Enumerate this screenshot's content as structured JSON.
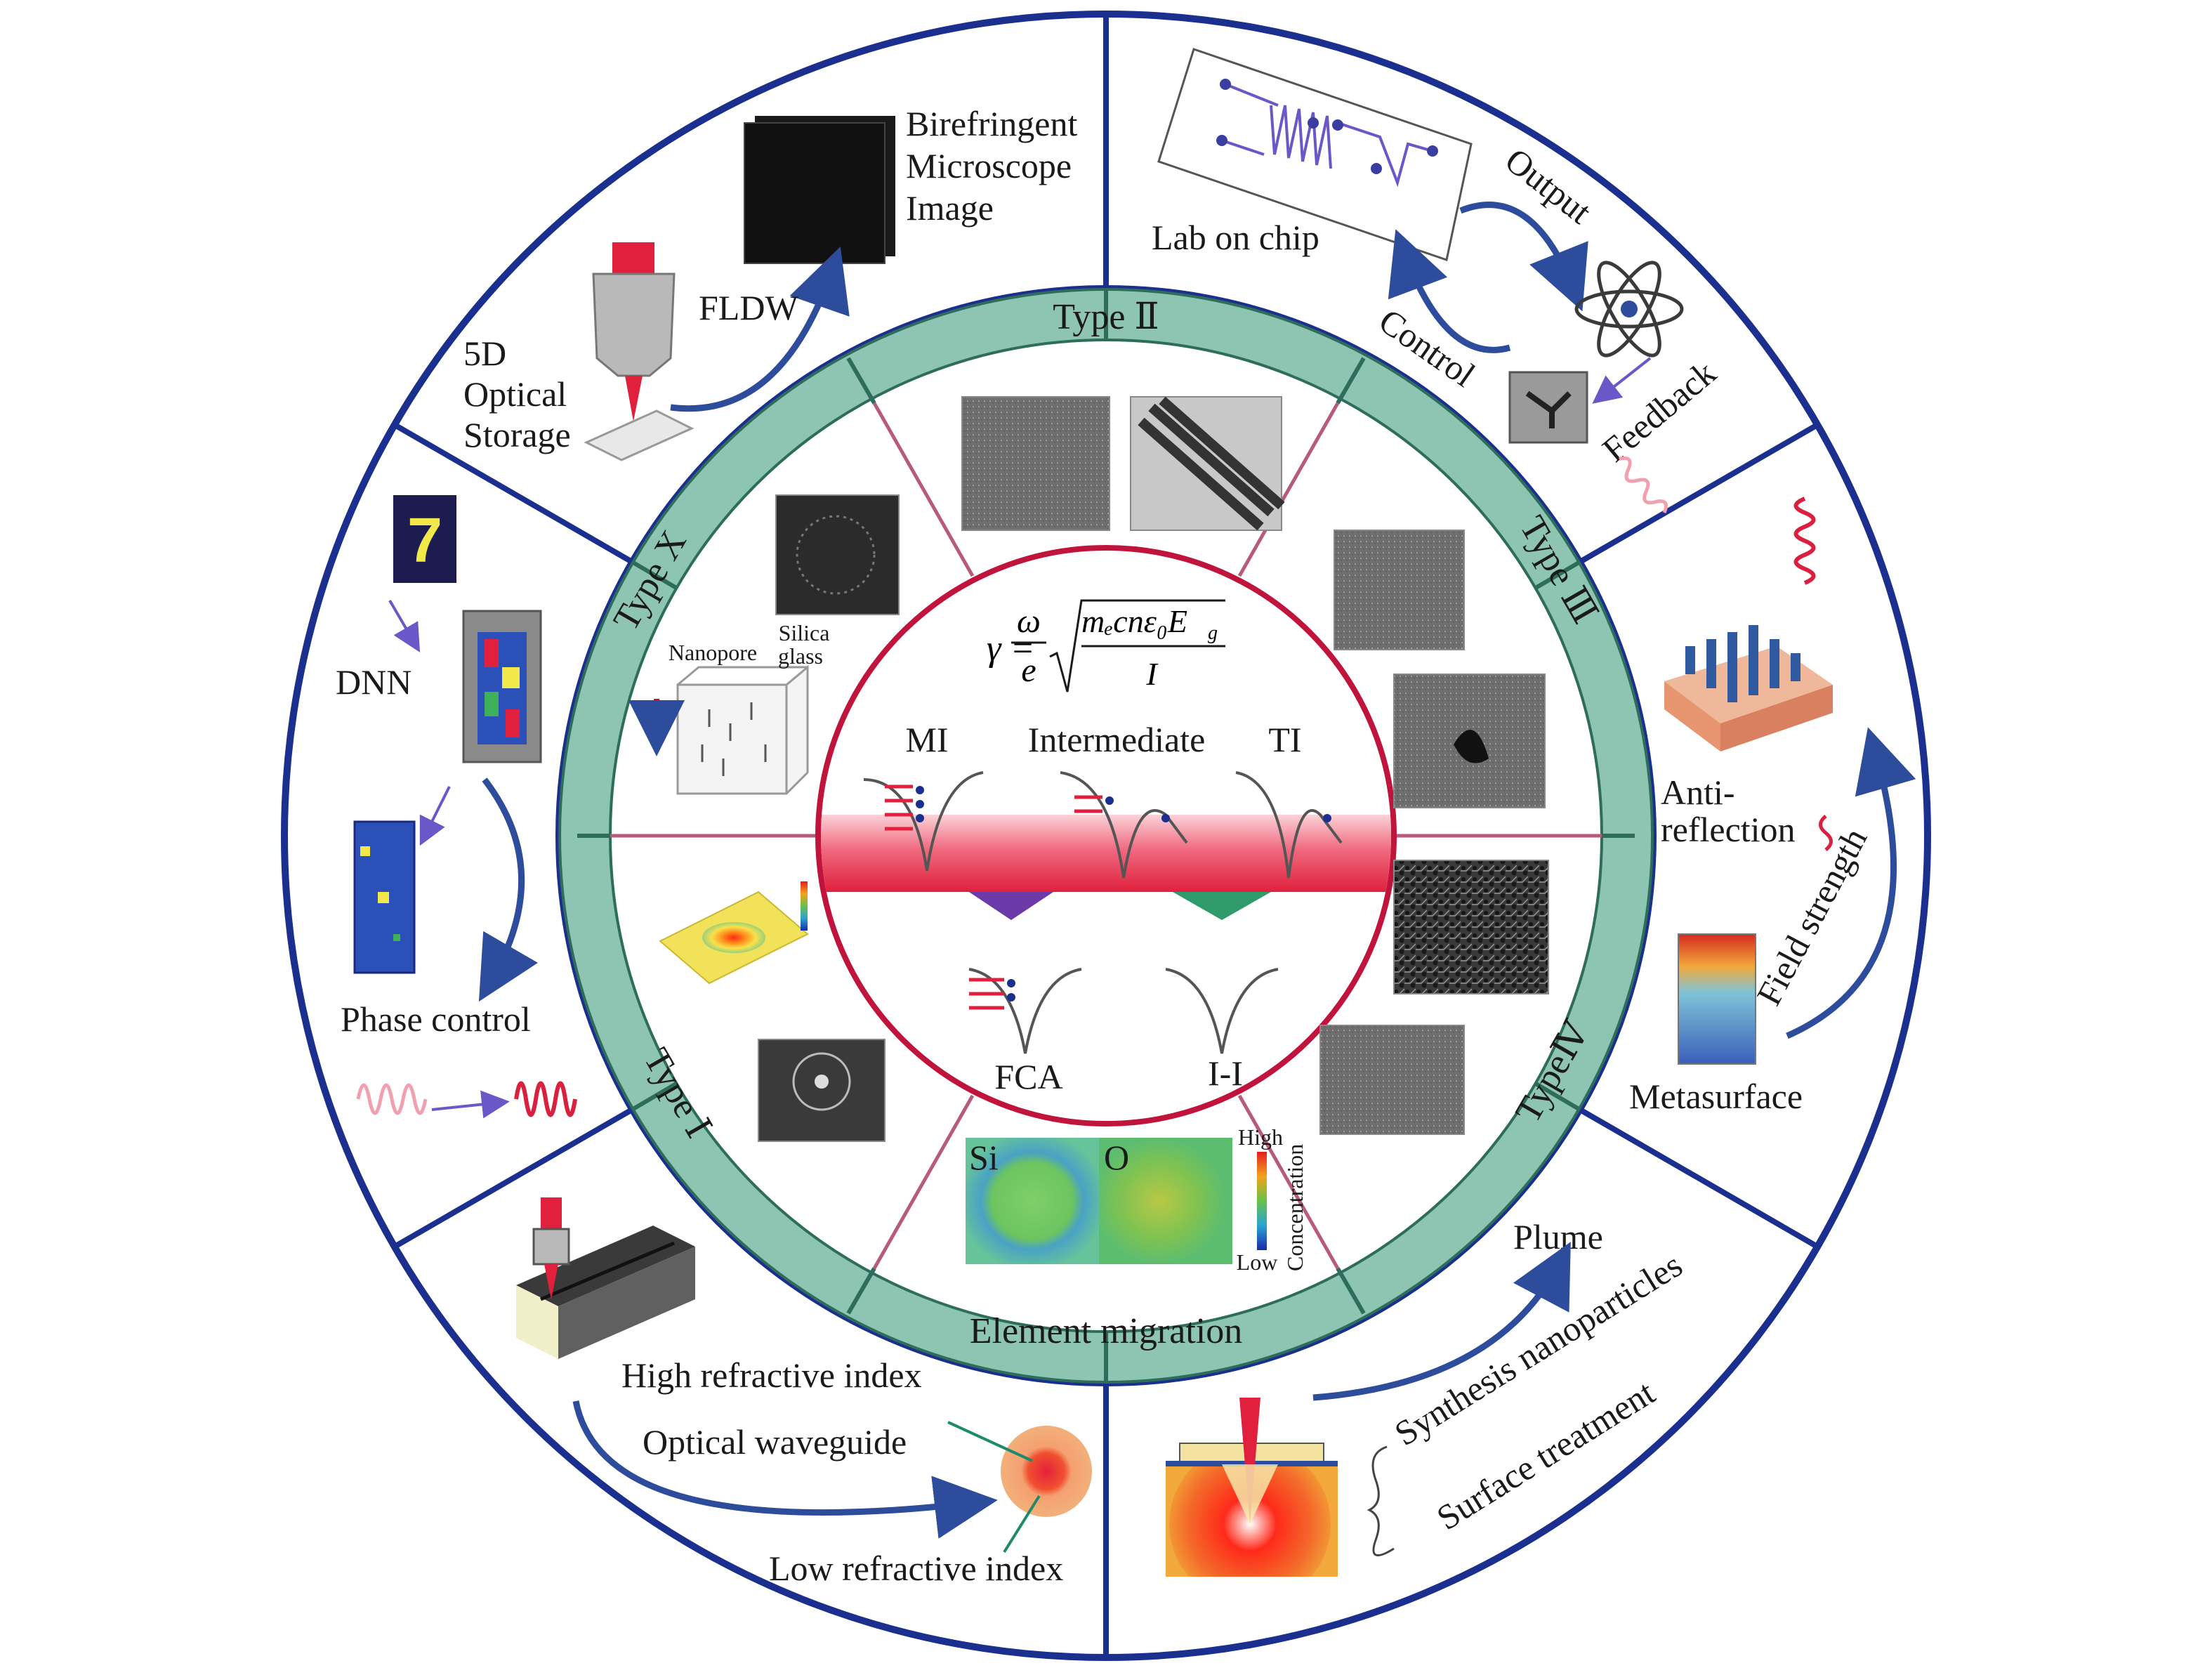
{
  "colors": {
    "outer_ring": "#1b2f8f",
    "divider": "#1f8a6a",
    "middle_ring": "#8ec5b2",
    "middle_ring_edge": "#2e6d5b",
    "inner_circle": "#c0143c",
    "plasma_band": "#e8455f",
    "wave_red": "#d9203f",
    "arrow_blue": "#2e4c9c"
  },
  "ring_labels": {
    "type_ii": "Type Ⅱ",
    "type_iii": "Type Ⅲ",
    "type_iv": "TypeⅣ",
    "element_migration": "Element migration",
    "type_i": "Type Ⅰ",
    "type_x": "Type X"
  },
  "formula": {
    "lhs": "γ =",
    "numerator": "ω",
    "denominator": "e",
    "root_numerator": "mₑcnε₀E",
    "root_subscript": "g",
    "root_denominator": "I"
  },
  "mechanisms": {
    "mi": "MI",
    "intermediate": "Intermediate",
    "ti": "TI",
    "fca": "FCA",
    "ii": "I-I"
  },
  "inner_labels": {
    "nanopore": "Nanopore",
    "silica": "Silica",
    "glass": "glass",
    "si": "Si",
    "o": "O",
    "high": "High",
    "low": "Low",
    "concentration": "Concentration"
  },
  "outer_labels": {
    "birefringent_1": "Birefringent",
    "birefringent_2": "Microscope",
    "birefringent_3": "Image",
    "fldw": "FLDW",
    "storage_1": "5D",
    "storage_2": "Optical",
    "storage_3": "Storage",
    "lab_on_chip": "Lab on chip",
    "output": "Output",
    "control": "Control",
    "feedback": "Feedback",
    "dnn": "DNN",
    "digit": "7",
    "phase_control": "Phase control",
    "anti_1": "Anti-",
    "anti_2": "reflection",
    "field_strength": "Field strength",
    "metasurface": "Metasurface",
    "plume": "Plume",
    "synthesis": "Synthesis nanoparticles",
    "surface": "Surface treatment",
    "high_ri": "High refractive index",
    "waveguide": "Optical waveguide",
    "low_ri": "Low refractive index"
  }
}
